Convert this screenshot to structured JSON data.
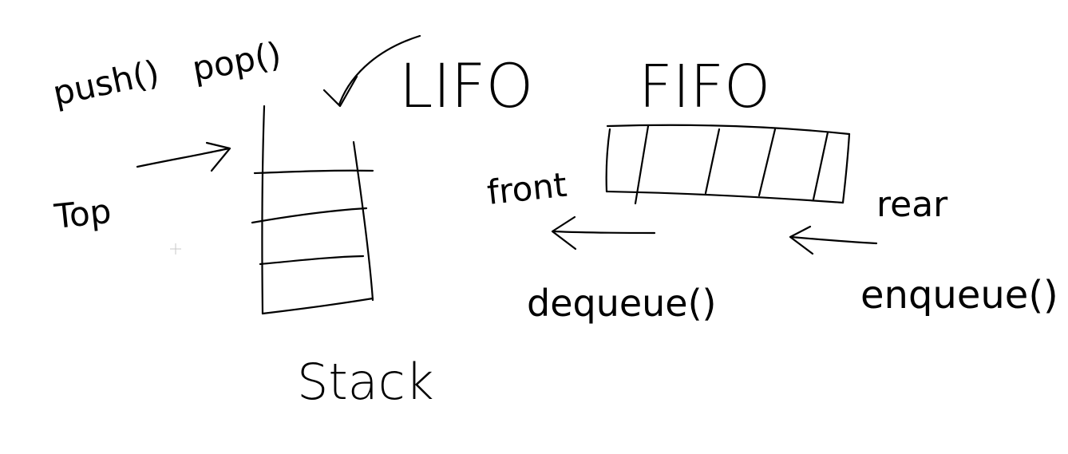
{
  "stack": {
    "label": "Stack",
    "lifo": "LIFO",
    "top": "Top",
    "push": "push()",
    "pop": "pop()"
  },
  "queue": {
    "fifo": "FIFO",
    "front": "front",
    "rear": "rear",
    "dequeue": "dequeue()",
    "enqueue": "enqueue()"
  },
  "colors": {
    "ink": "#000000",
    "background": "#ffffff"
  }
}
